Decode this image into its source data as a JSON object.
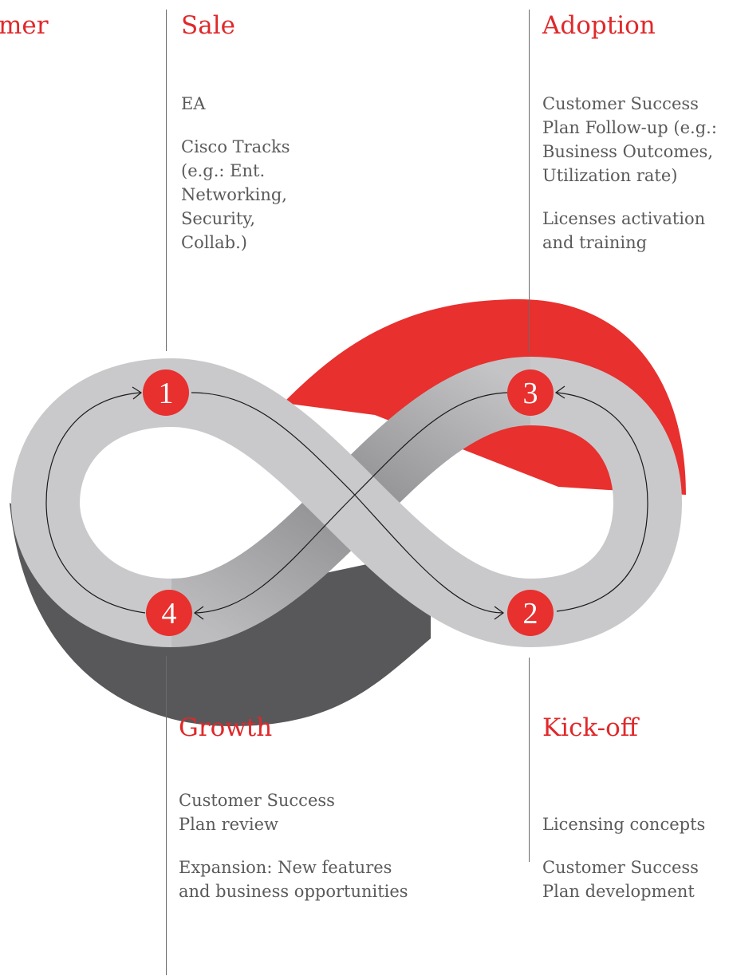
{
  "partial_heading": "mer",
  "sale": {
    "heading": "Sale",
    "items": [
      "EA",
      "Cisco Tracks (e.g.: Ent. Networking, Security, Collab.)"
    ]
  },
  "adoption": {
    "heading": "Adoption",
    "items": [
      "Customer Success Plan Follow-up (e.g.: Business Outcomes, Utilization rate)",
      "Licenses activation and training"
    ]
  },
  "growth": {
    "heading": "Growth",
    "items": [
      "Customer Success Plan review",
      "Expansion: New features and business opportunities"
    ]
  },
  "kickoff": {
    "heading": "Kick-off",
    "items": [
      "Licensing concepts",
      "Customer Success Plan development"
    ]
  },
  "steps": [
    "1",
    "2",
    "3",
    "4"
  ],
  "colors": {
    "accent": "#e8302e",
    "loop": "#c9c9cb",
    "shadow": "#58585a",
    "text": "#5a5a5a"
  }
}
